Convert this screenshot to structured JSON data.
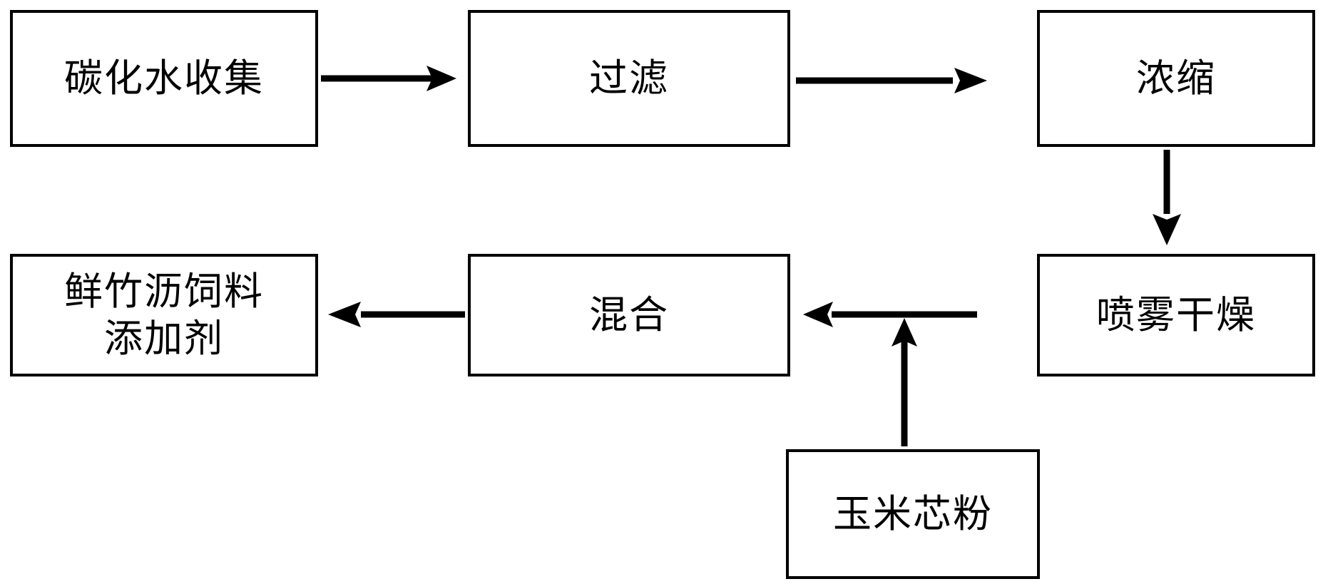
{
  "nodes": {
    "collect": "碳化水收集",
    "filter": "过滤",
    "concentrate": "浓缩",
    "spray_dry": "喷雾干燥",
    "mix": "混合",
    "additive_line1": "鲜竹沥饲料",
    "additive_line2": "添加剂",
    "corncob": "玉米芯粉"
  }
}
